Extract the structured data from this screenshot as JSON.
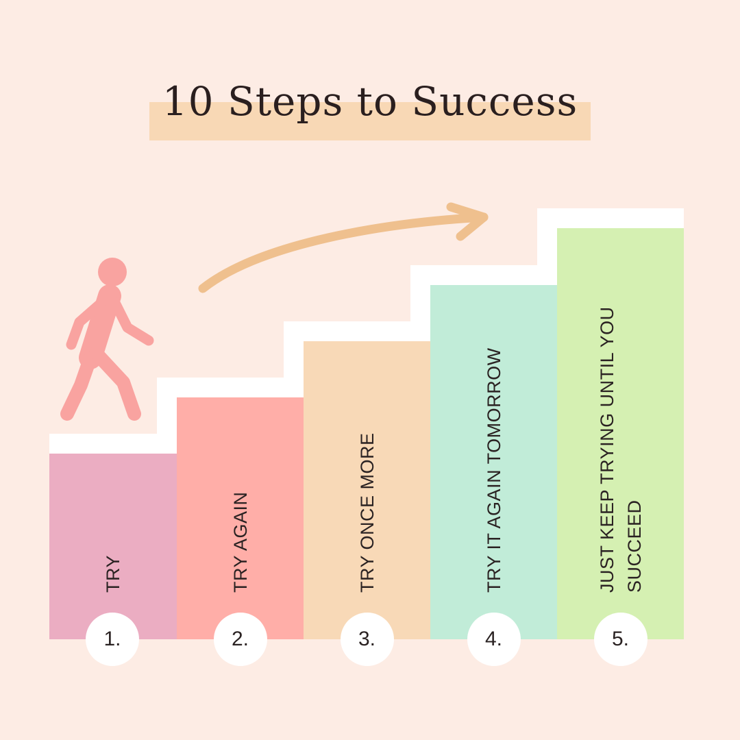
{
  "title": "10 Steps to Success",
  "colors": {
    "background": "#fdece4",
    "title_highlight": "#f8d8b5",
    "figure": "#f9a3a0",
    "arrow": "#efc08e",
    "step_top": "#ffffff"
  },
  "steps": [
    {
      "number": "1.",
      "label_lines": [
        "TRY"
      ],
      "color": "#ebadc2"
    },
    {
      "number": "2.",
      "label_lines": [
        "TRY AGAIN"
      ],
      "color": "#ffaea8"
    },
    {
      "number": "3.",
      "label_lines": [
        "TRY ONCE MORE"
      ],
      "color": "#f8d9b7"
    },
    {
      "number": "4.",
      "label_lines": [
        "TRY IT AGAIN TOMORROW"
      ],
      "color": "#c1ecd8"
    },
    {
      "number": "5.",
      "label_lines": [
        "JUST KEEP TRYING UNTIL YOU",
        "SUCCEED"
      ],
      "color": "#d5f0b2"
    }
  ],
  "icons": {
    "figure": "walking-person-icon",
    "arrow": "curved-arrow-icon"
  }
}
